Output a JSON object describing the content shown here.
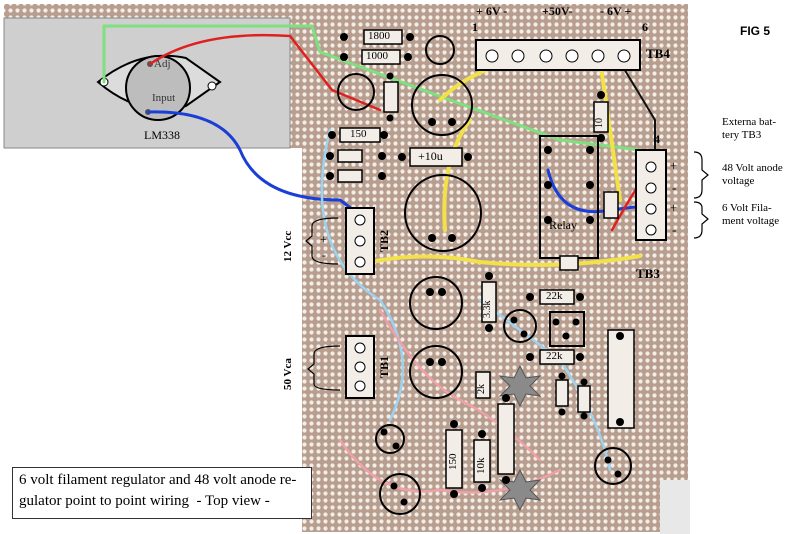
{
  "figure_label": "FIG 5",
  "chip_name": "LM338",
  "chip_pins": {
    "adj": "Adj",
    "input": "Input"
  },
  "resistors": {
    "r1800": "1800",
    "r1000": "1000",
    "r150a": "150",
    "r10": "10",
    "r33k": "3.3k",
    "r22k_a": "22k",
    "r22k_b": "22k",
    "r2k": "2k",
    "r150b": "150",
    "r10k": "10k"
  },
  "cap_label": "+10u",
  "relay_label": "Relay",
  "tb4": {
    "label": "TB4",
    "n1": "1",
    "n6": "6",
    "top_a": "+  6V  -",
    "top_b": "+50V-",
    "top_c": "- 6V +"
  },
  "tb3": {
    "label": "TB3",
    "n4": "4"
  },
  "tb2": {
    "label": "TB2",
    "side": "12 Vcc",
    "plus": "+",
    "minus": "-"
  },
  "tb1": {
    "label": "TB1",
    "side": "50 Vca"
  },
  "tb3_signs": [
    "+",
    "-",
    "+",
    "-"
  ],
  "external": "Externa bat-\ntery TB3",
  "anode": "48 Volt anode\nvoltage",
  "filament": "6 Volt Fila-\nment voltage",
  "caption": "6 volt filament regulator and 48 volt anode re-\ngulator point to point wiring  - Top view -",
  "colors": {
    "board": "#b49a8a",
    "board_hole": "#f2ece6",
    "wire_red": "#e02020",
    "wire_blue": "#1a3fd6",
    "wire_yellow": "#f2e14a",
    "wire_green": "#7ee07e",
    "wire_pink": "#f0a0a8",
    "wire_lightblue": "#9dd3f0"
  }
}
